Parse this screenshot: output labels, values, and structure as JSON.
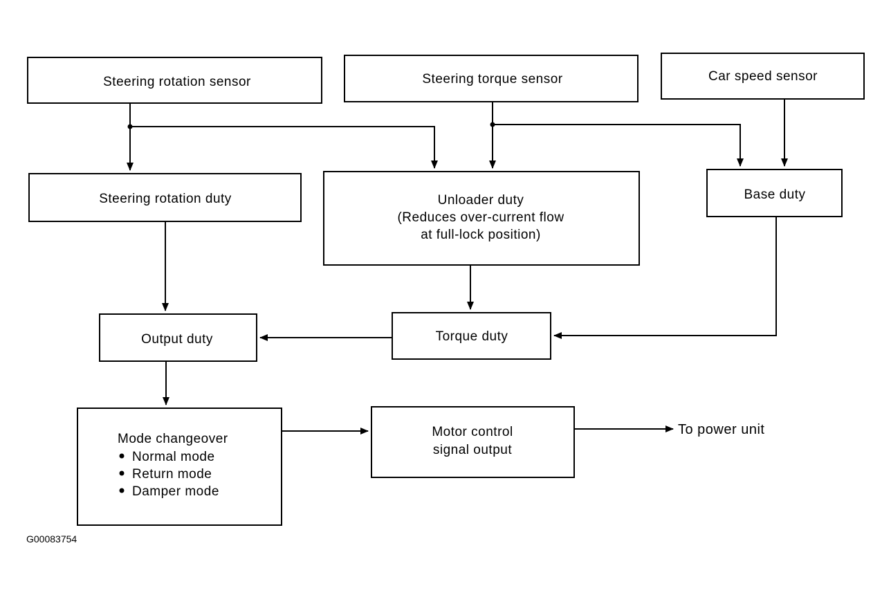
{
  "diagram": {
    "boxes": {
      "steering_rotation_sensor": {
        "lines": [
          "Steering rotation sensor"
        ]
      },
      "steering_torque_sensor": {
        "lines": [
          "Steering torque sensor"
        ]
      },
      "car_speed_sensor": {
        "lines": [
          "Car speed sensor"
        ]
      },
      "steering_rotation_duty": {
        "lines": [
          "Steering rotation duty"
        ]
      },
      "unloader_duty": {
        "lines": [
          "Unloader duty",
          "(Reduces over-current flow",
          "at full-lock position)"
        ]
      },
      "base_duty": {
        "lines": [
          "Base duty"
        ]
      },
      "output_duty": {
        "lines": [
          "Output duty"
        ]
      },
      "torque_duty": {
        "lines": [
          "Torque duty"
        ]
      },
      "mode_changeover": {
        "lines": [
          "Mode changeover",
          "Normal mode",
          "Return mode",
          "Damper mode"
        ]
      },
      "motor_control": {
        "lines": [
          "Motor control",
          "signal output"
        ]
      }
    },
    "output_label": "To power unit",
    "figure_code": "G00083754"
  }
}
